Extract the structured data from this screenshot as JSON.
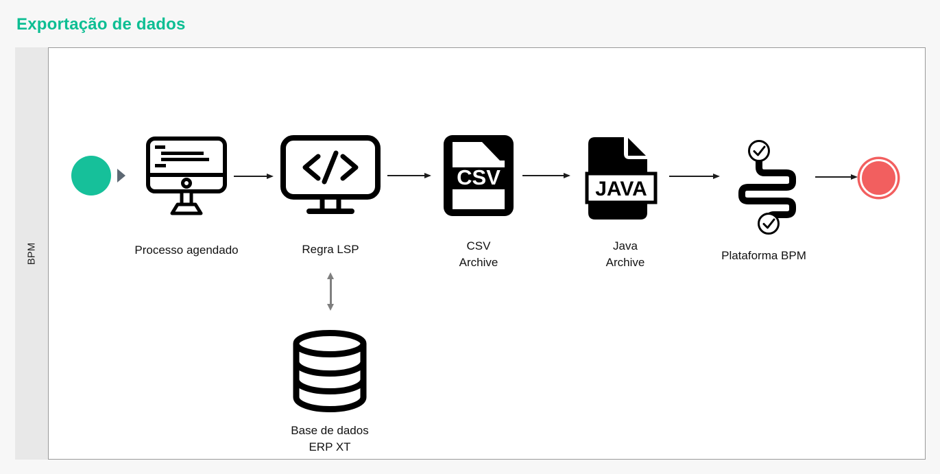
{
  "page": {
    "title": "Exportação de dados",
    "background_color": "#f7f7f7"
  },
  "colors": {
    "title_green": "#0dbe93",
    "start_event_green": "#16c09a",
    "end_event_red": "#f25f5f",
    "play_marker_gray": "#5d6873",
    "connector_black": "#1c1c1c",
    "connector_gray": "#7f7f7f",
    "lane_background": "#e8e8e8",
    "canvas_border": "#999999",
    "icon_black": "#000000"
  },
  "lane": {
    "label": "BPM"
  },
  "nodes": {
    "start": {
      "name": "start-event"
    },
    "processo": {
      "label": "Processo agendado"
    },
    "regra": {
      "label": "Regra LSP"
    },
    "csv": {
      "label_line1": "CSV",
      "label_line2": "Archive",
      "file_text": "CSV"
    },
    "java": {
      "label_line1": "Java",
      "label_line2": "Archive",
      "file_text": "JAVA"
    },
    "plataforma": {
      "label": "Plataforma BPM"
    },
    "end": {
      "name": "end-event"
    },
    "database": {
      "label_line1": "Base de dados",
      "label_line2": "ERP XT"
    }
  }
}
